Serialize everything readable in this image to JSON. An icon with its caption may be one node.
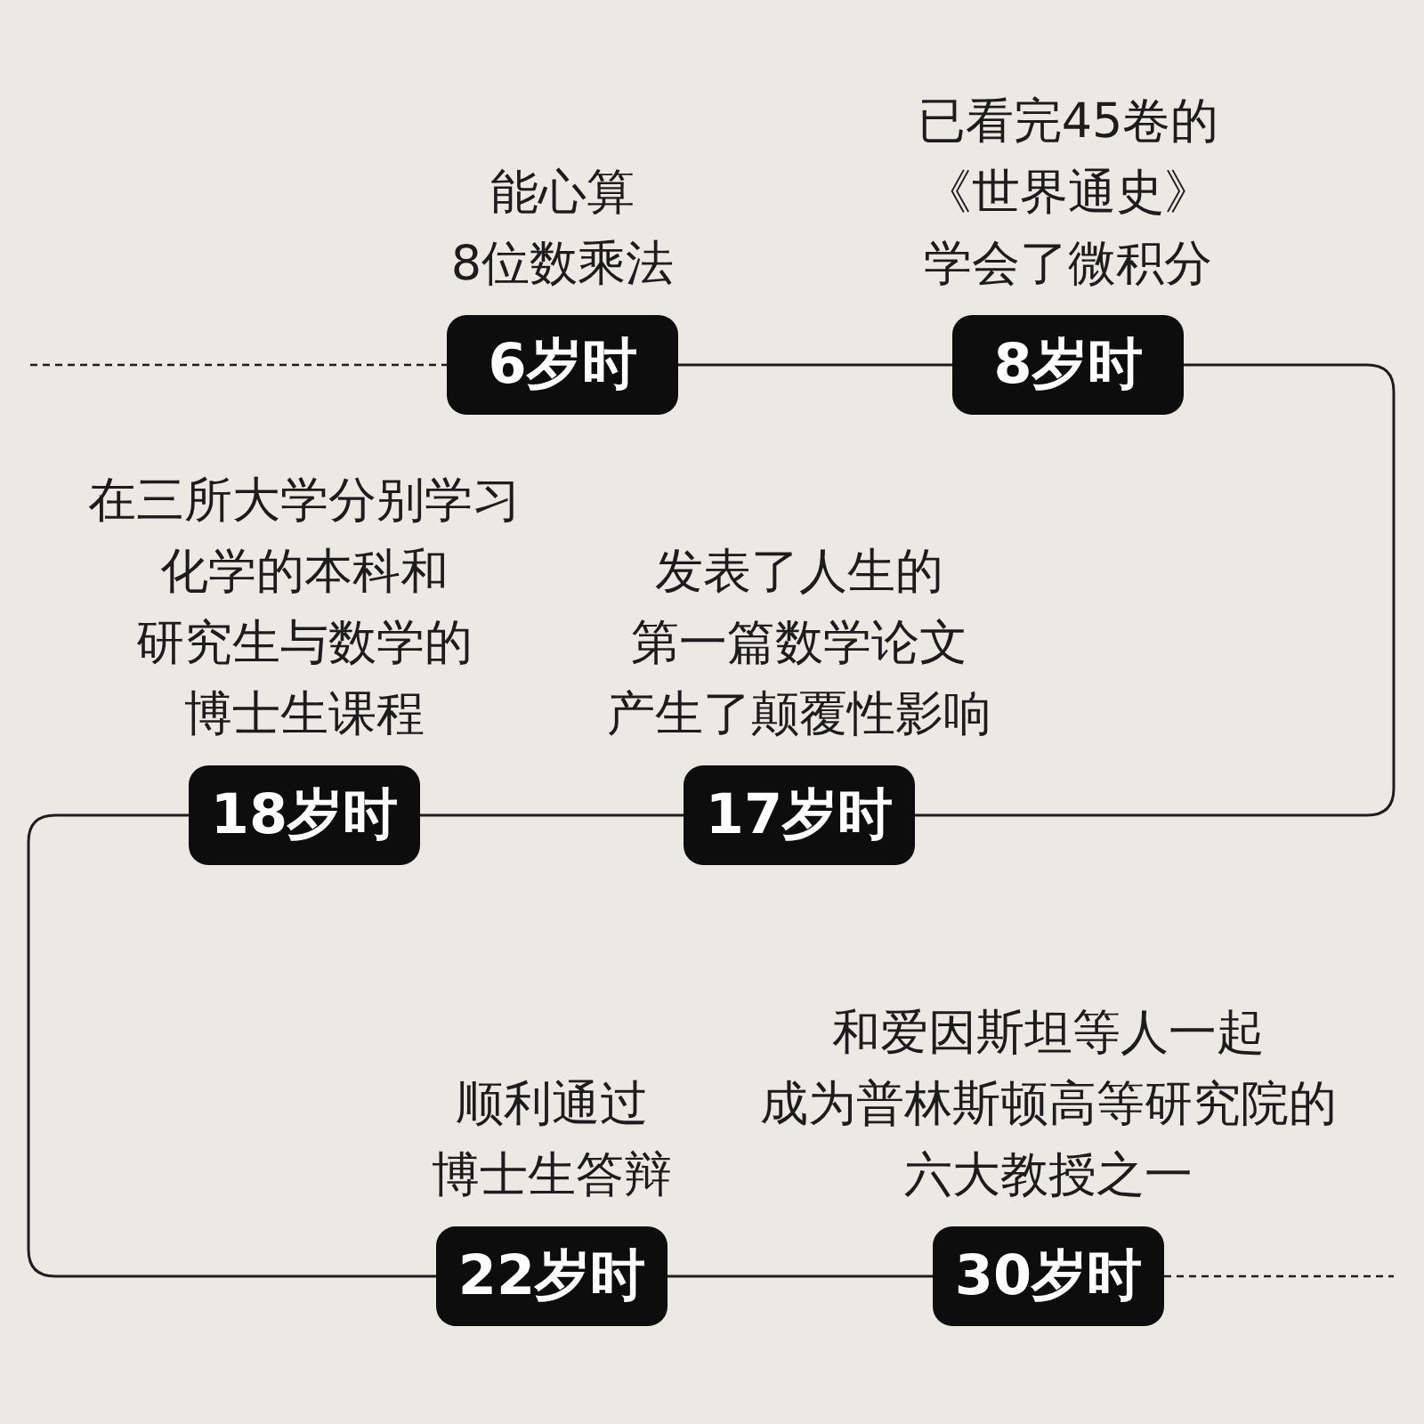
{
  "diagram": {
    "nodes": [
      {
        "text": [
          "6岁时"
        ],
        "beside": [
          "能心算8位数乘法"
        ]
      },
      {
        "text": [
          "8岁时"
        ],
        "beside": [
          "已看完45卷的《世界通史》学会了微积分"
        ]
      },
      {
        "text": [
          "18岁时"
        ],
        "beside": [
          "在三所大学分别学习化学的本科和研究生与数学的博士生课程"
        ]
      },
      {
        "text": [
          "17岁时"
        ],
        "beside": [
          "发表了人生的第一篇数学论文产生了颠覆性影响"
        ]
      },
      {
        "text": [
          "22岁时"
        ],
        "beside": [
          "顺利通过博士生答辩"
        ]
      },
      {
        "text": [
          "30岁时"
        ],
        "beside": [
          "和爱因斯坦等人一起成为普林斯顿高等研究院的六大教授之一"
        ]
      }
    ],
    "edges": [
      {
        "from": null,
        "to": 0,
        "arrow": "none",
        "style": "dashed"
      },
      {
        "from": 0,
        "to": 1,
        "arrow": "none"
      },
      {
        "from": 1,
        "to": 3,
        "arrow": "none"
      },
      {
        "from": 3,
        "to": 2,
        "arrow": "none"
      },
      {
        "from": 2,
        "to": 4,
        "arrow": "none"
      },
      {
        "from": 4,
        "to": 5,
        "arrow": "none"
      },
      {
        "from": 5,
        "to": null,
        "arrow": "none",
        "style": "dashed"
      }
    ]
  }
}
